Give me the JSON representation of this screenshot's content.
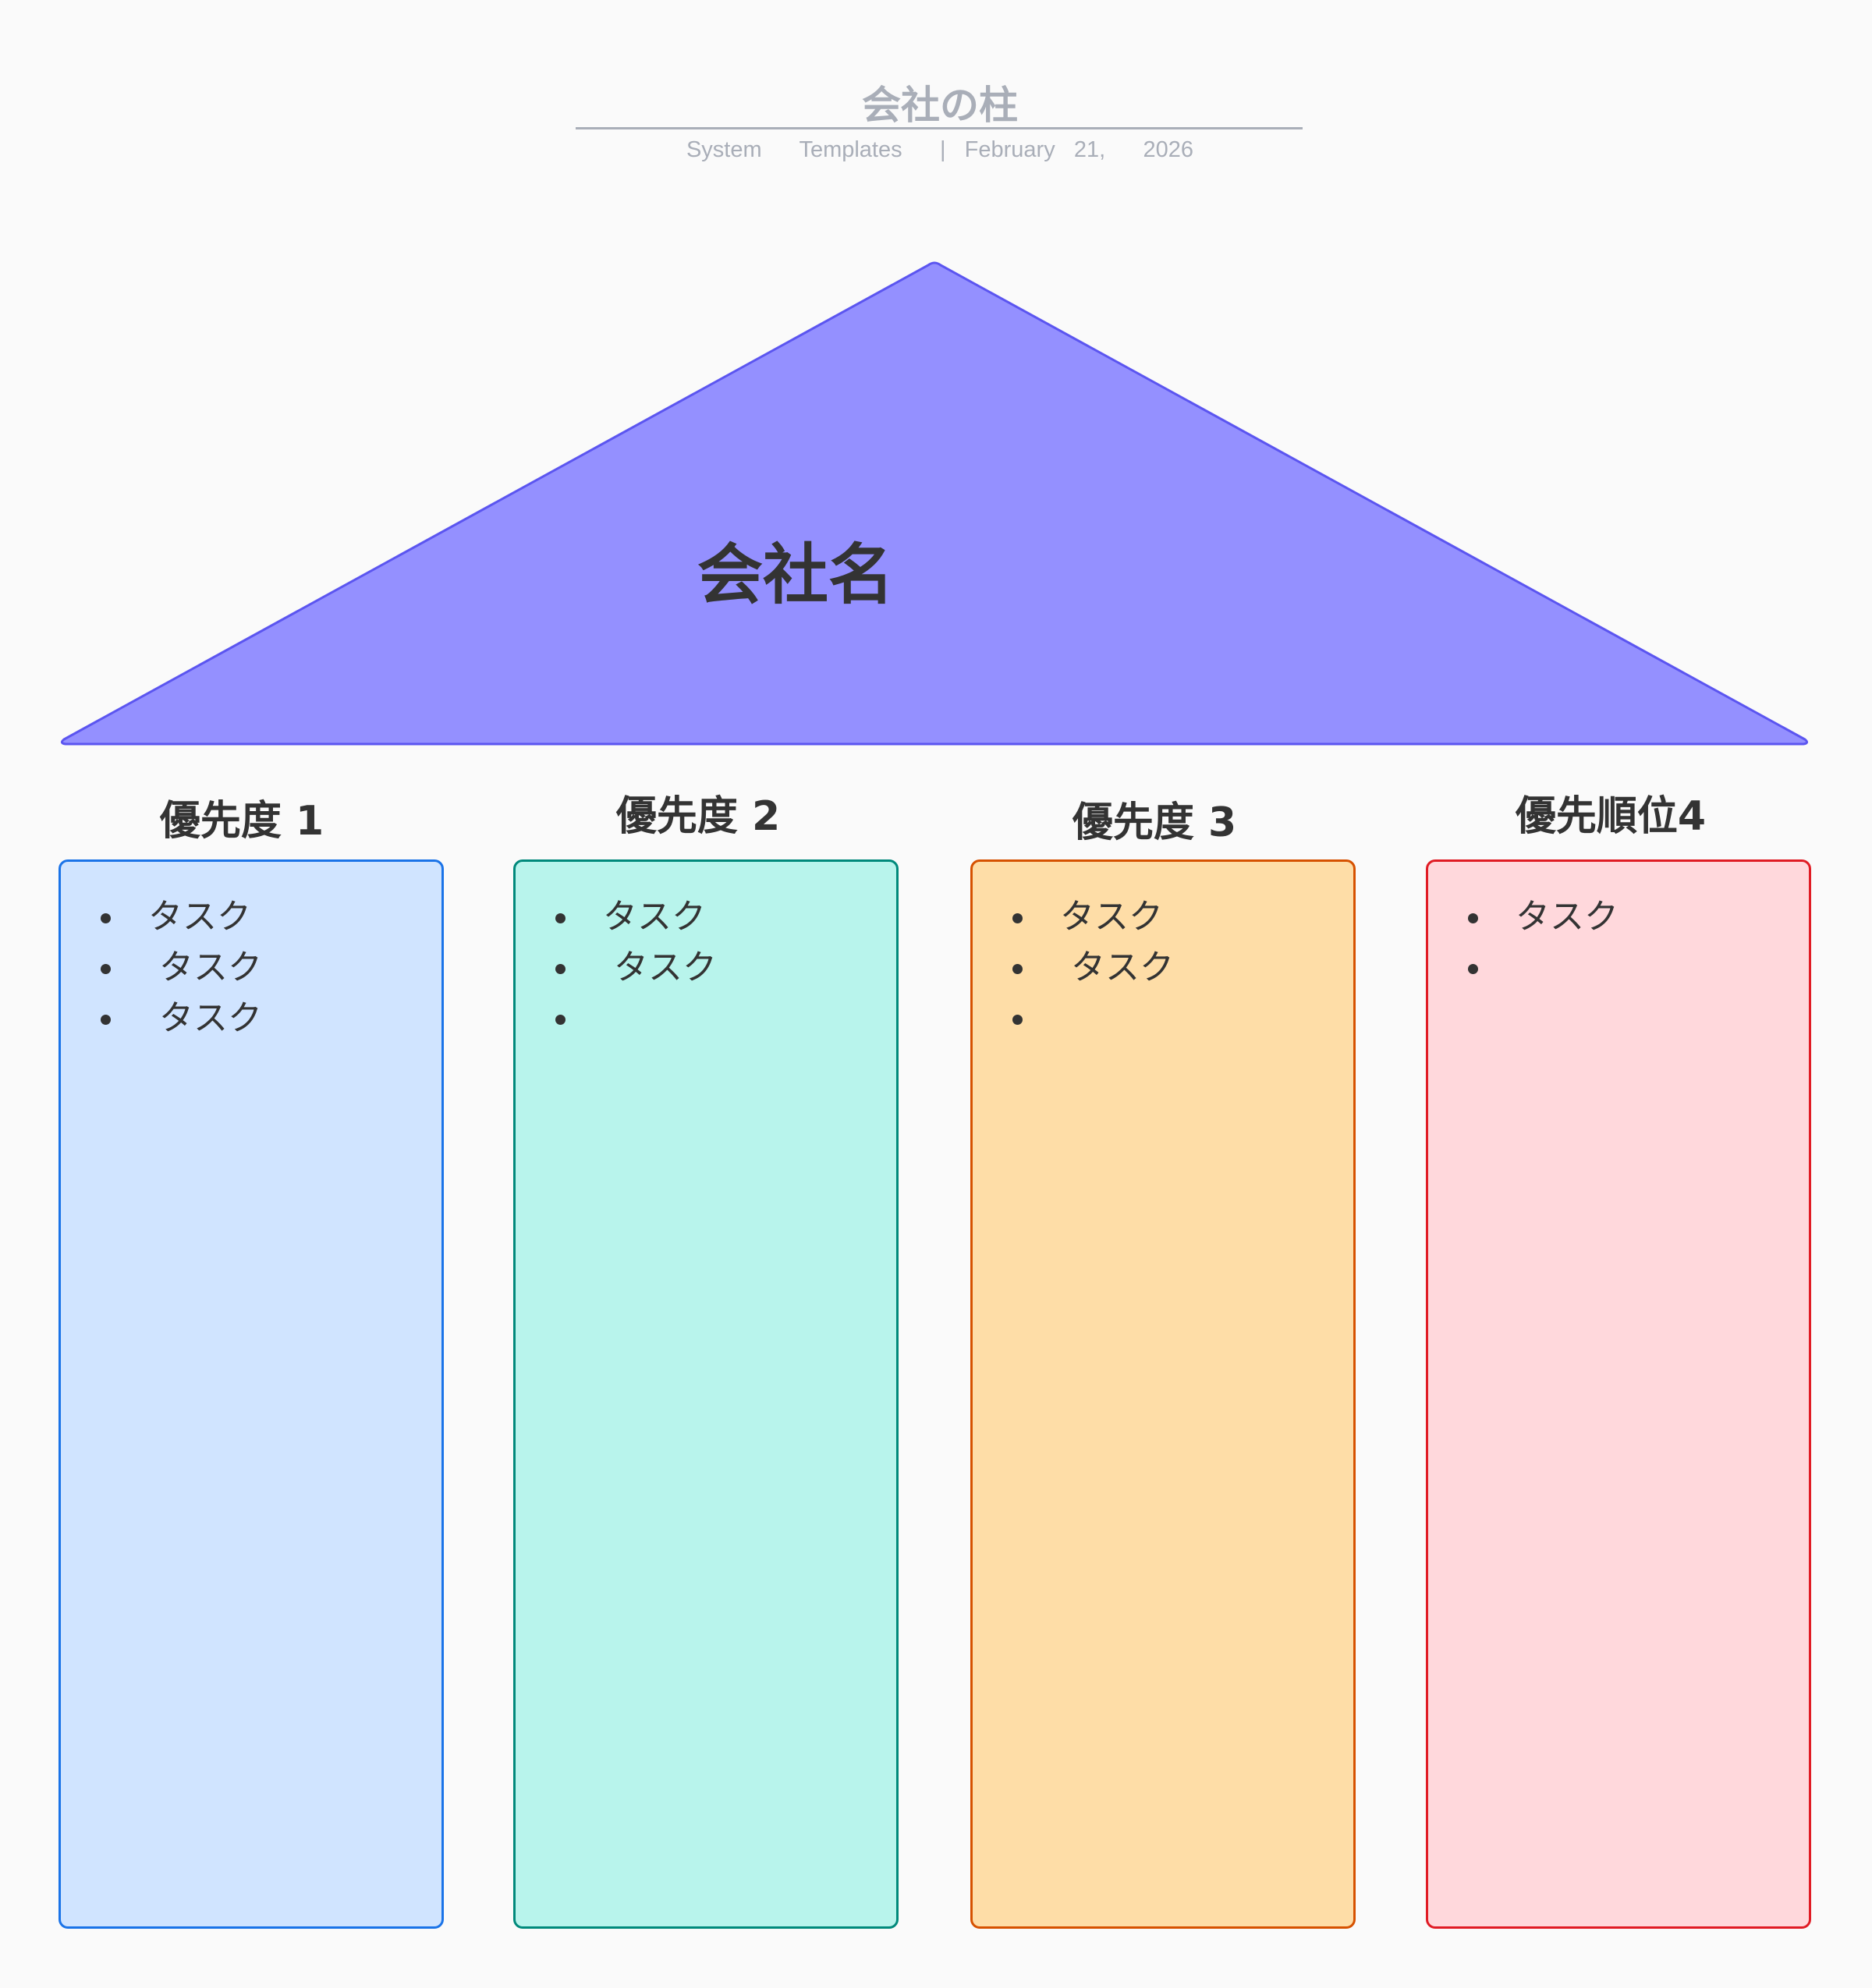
{
  "header": {
    "title": "会社の柱",
    "subtitle": "System      Templates      |   February   21,      2026"
  },
  "roof": {
    "label": "会社名",
    "fill": "#9490ff",
    "stroke": "#5b55f0"
  },
  "columns": [
    {
      "heading": "優先度 1",
      "bg": "#d0e4ff",
      "border": "#1a73e8",
      "items": [
        "  タスク",
        "   タスク",
        "   タスク"
      ]
    },
    {
      "heading": "優先度 2",
      "bg": "#b8f4ec",
      "border": "#00897b",
      "items": [
        "  タスク",
        "   タスク",
        ""
      ]
    },
    {
      "heading": "優先度 3",
      "bg": "#fedda7",
      "border": "#d65100",
      "items": [
        "  タスク",
        "   タスク",
        ""
      ]
    },
    {
      "heading": "優先順位4",
      "bg": "#ffd8dc",
      "border": "#e01b24",
      "items": [
        "  タスク",
        ""
      ]
    }
  ]
}
